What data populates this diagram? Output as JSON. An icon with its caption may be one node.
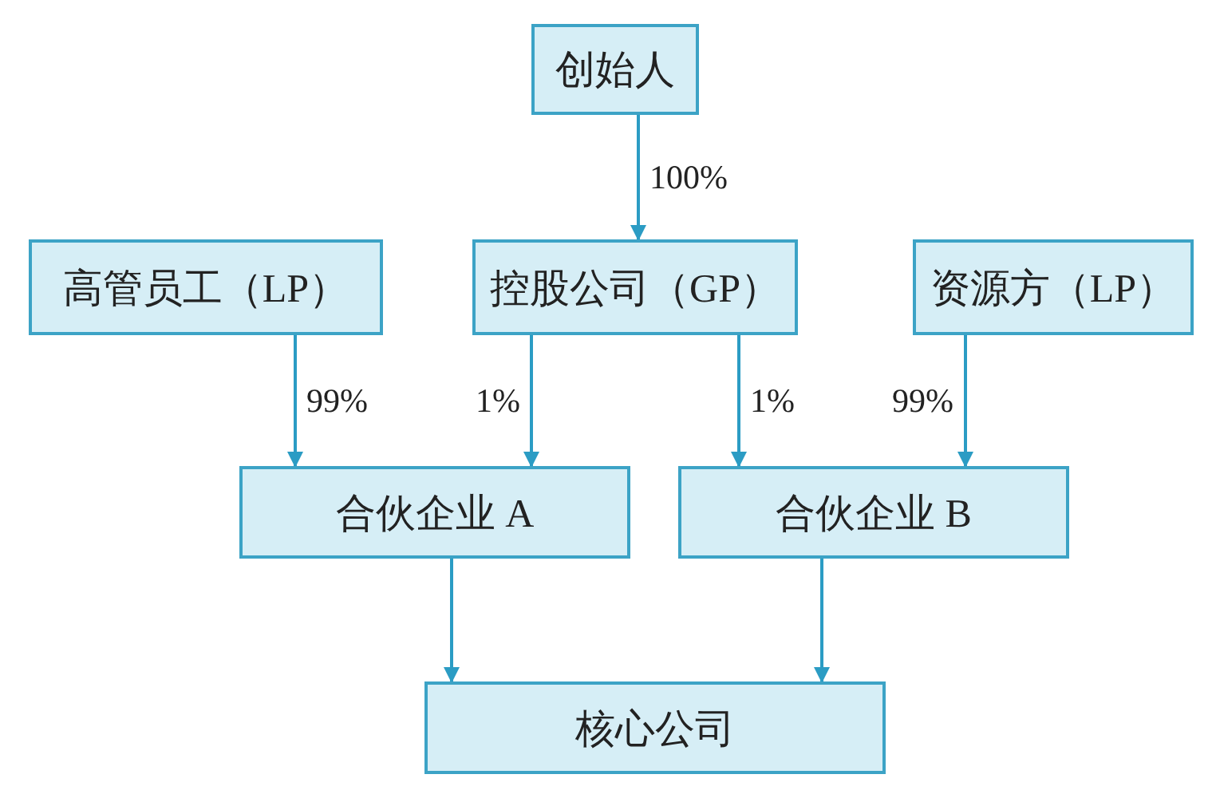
{
  "diagram": {
    "nodes": [
      {
        "text": [
          "创始人"
        ]
      },
      {
        "text": [
          "高管员工（LP）"
        ]
      },
      {
        "text": [
          "控股公司（GP）"
        ]
      },
      {
        "text": [
          "资源方（LP）"
        ]
      },
      {
        "text": [
          "合伙企业 A"
        ]
      },
      {
        "text": [
          "合伙企业 B"
        ]
      },
      {
        "text": [
          "核心公司"
        ]
      }
    ],
    "edges": [
      {
        "from": 0,
        "to": 2,
        "arrow": "to",
        "label": "100%"
      },
      {
        "from": 1,
        "to": 4,
        "arrow": "to",
        "label": "99%"
      },
      {
        "from": 2,
        "to": 4,
        "arrow": "to",
        "label": "1%"
      },
      {
        "from": 2,
        "to": 5,
        "arrow": "to",
        "label": "1%"
      },
      {
        "from": 3,
        "to": 5,
        "arrow": "to",
        "label": "99%"
      },
      {
        "from": 4,
        "to": 6,
        "arrow": "to"
      },
      {
        "from": 5,
        "to": 6,
        "arrow": "to"
      }
    ]
  }
}
